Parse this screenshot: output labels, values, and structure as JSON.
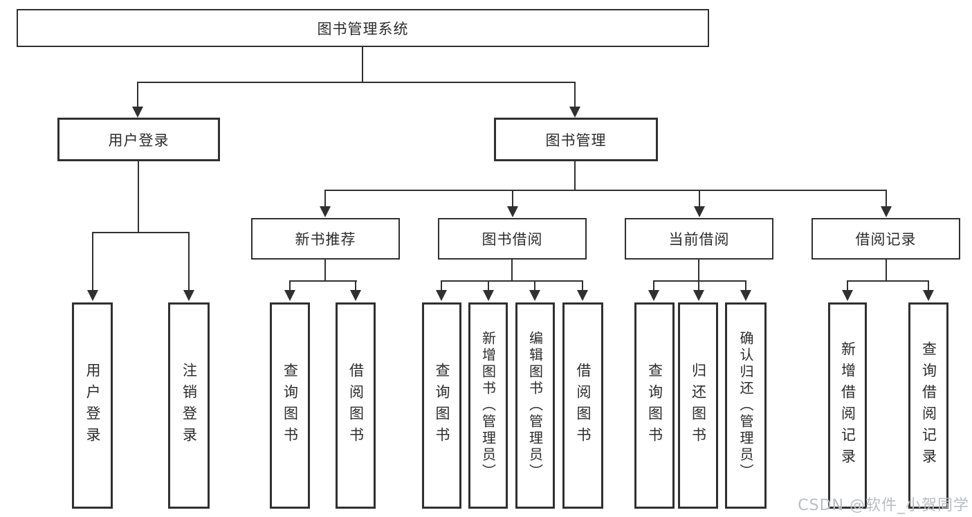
{
  "diagram_title": "图书管理系统",
  "nodes": {
    "root": {
      "label": "图书管理系统"
    },
    "userLoginGrp": {
      "label": "用户登录"
    },
    "bookMgmt": {
      "label": "图书管理"
    },
    "newBookRec": {
      "label": "新书推荐"
    },
    "bookBorrow": {
      "label": "图书借阅"
    },
    "currentBorrow": {
      "label": "当前借阅"
    },
    "borrowRecords": {
      "label": "借阅记录"
    },
    "userLogin": {
      "label": "用户登录"
    },
    "logout": {
      "label": "注销登录"
    },
    "nbQuery": {
      "label": "查询图书"
    },
    "nbBorrow": {
      "label": "借阅图书"
    },
    "bbQuery": {
      "label": "查询图书"
    },
    "bbAdd": {
      "label": "新增图书（管理员）"
    },
    "bbEdit": {
      "label": "编辑图书（管理员）"
    },
    "bbBorrow": {
      "label": "借阅图书"
    },
    "cbQuery": {
      "label": "查询图书"
    },
    "cbReturn": {
      "label": "归还图书"
    },
    "cbConfirm": {
      "label": "确认归还（管理员）"
    },
    "brAdd": {
      "label": "新增借阅记录"
    },
    "brQuery": {
      "label": "查询借阅记录"
    }
  },
  "hierarchy": {
    "图书管理系统": {
      "用户登录": [
        "用户登录",
        "注销登录"
      ],
      "图书管理": {
        "新书推荐": [
          "查询图书",
          "借阅图书"
        ],
        "图书借阅": [
          "查询图书",
          "新增图书（管理员）",
          "编辑图书（管理员）",
          "借阅图书"
        ],
        "当前借阅": [
          "查询图书",
          "归还图书",
          "确认归还（管理员）"
        ],
        "借阅记录": [
          "新增借阅记录",
          "查询借阅记录"
        ]
      }
    }
  },
  "watermark": {
    "text": "CSDN @软件_小贺同学"
  },
  "colors": {
    "background": "#ffffff",
    "box_fill": "#ffffff",
    "box_border": "#303030",
    "line": "#303030",
    "text": "#2b2b2b",
    "watermark": "#b9bdc1"
  }
}
